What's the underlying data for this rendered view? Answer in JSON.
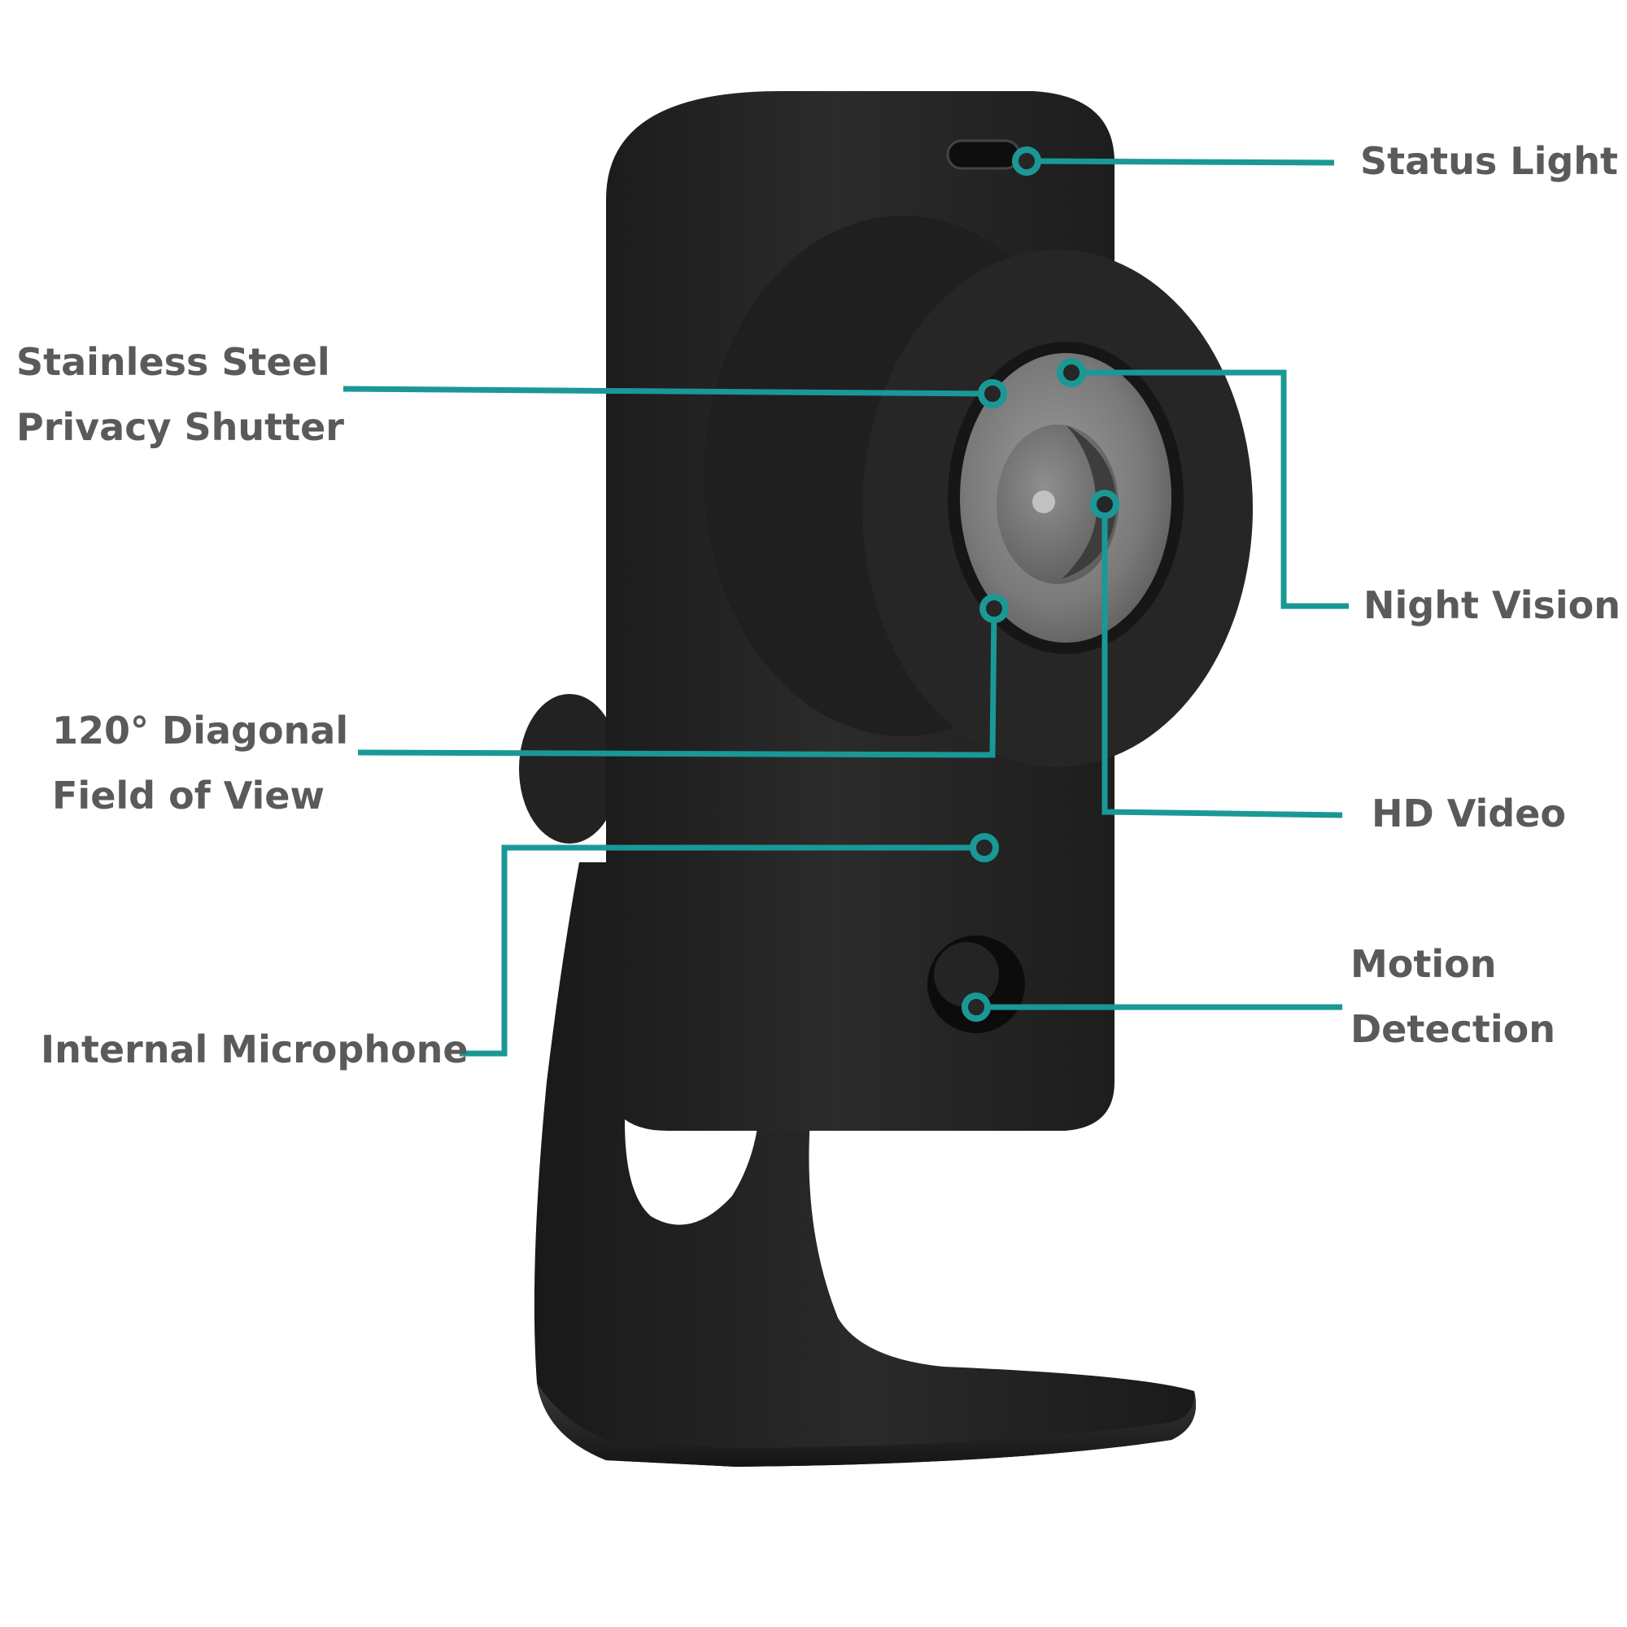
{
  "colors": {
    "callout": "#1a9896",
    "label_text": "#5a5a5a",
    "camera_body": "#262626",
    "lens_glass": "#7d7d7d",
    "background": "#ffffff"
  },
  "callouts": {
    "status_light": [
      "Status Light"
    ],
    "privacy_shutter": [
      "Stainless Steel",
      "Privacy Shutter"
    ],
    "night_vision": [
      "Night Vision"
    ],
    "field_of_view": [
      "120° Diagonal",
      "Field of View"
    ],
    "hd_video": [
      "HD Video"
    ],
    "microphone": [
      "Internal Microphone"
    ],
    "motion_detection": [
      "Motion",
      "Detection"
    ]
  }
}
